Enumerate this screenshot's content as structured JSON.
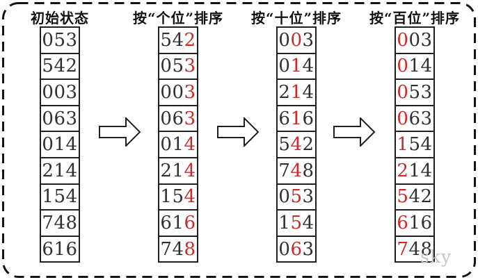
{
  "diagram": {
    "columns": [
      {
        "title": "初始状态",
        "highlight_digit": null,
        "values": [
          "053",
          "542",
          "003",
          "063",
          "014",
          "214",
          "154",
          "748",
          "616"
        ]
      },
      {
        "title": "按“个位”排序",
        "highlight_digit": 2,
        "values": [
          "542",
          "053",
          "003",
          "063",
          "014",
          "214",
          "154",
          "616",
          "748"
        ]
      },
      {
        "title": "按“十位”排序",
        "highlight_digit": 1,
        "values": [
          "003",
          "014",
          "214",
          "616",
          "542",
          "748",
          "053",
          "154",
          "063"
        ]
      },
      {
        "title": "按“百位”排序",
        "highlight_digit": 0,
        "values": [
          "003",
          "014",
          "053",
          "063",
          "154",
          "214",
          "542",
          "616",
          "748"
        ]
      }
    ],
    "arrow_icon": "right-block-arrow",
    "arrow_count": 3
  },
  "watermark": "sky",
  "colors": {
    "highlight": "#cc2929",
    "digit": "#303030",
    "title": "#111111",
    "box_border": "#1f1f1f",
    "frame_border": "#141414",
    "background": "#ffffff",
    "watermark": "#c6c6c6"
  }
}
